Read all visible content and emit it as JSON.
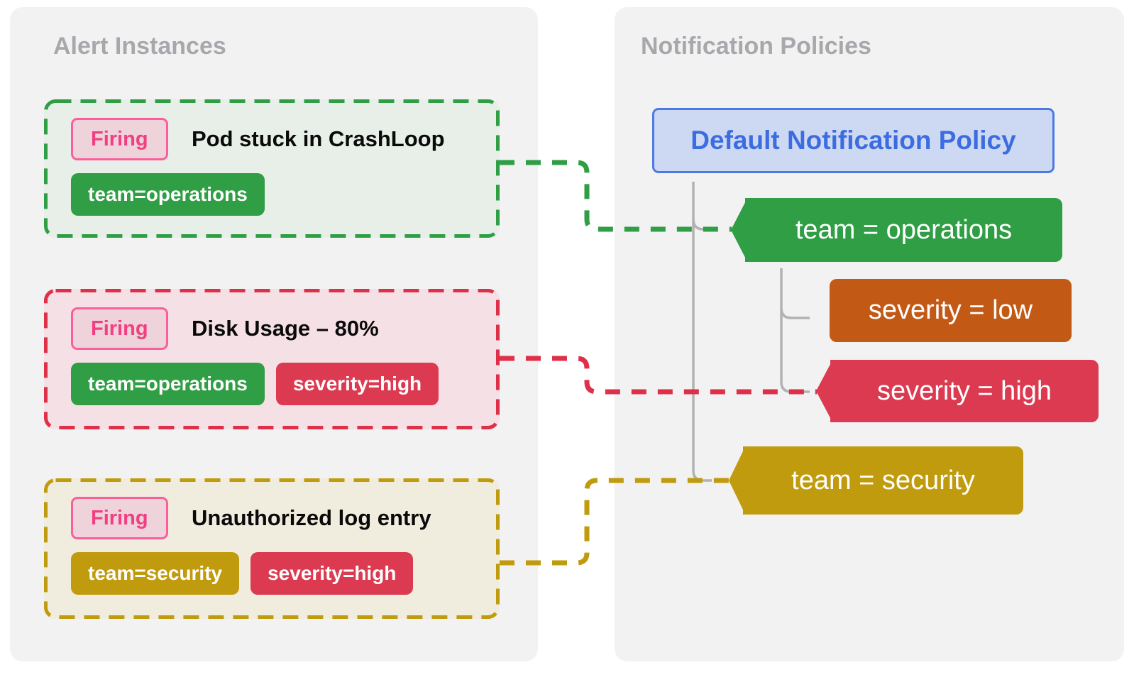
{
  "left_panel": {
    "heading": "Alert Instances",
    "alerts": [
      {
        "status_badge": "Firing",
        "title": "Pod stuck in CrashLoop",
        "labels": [
          {
            "text": "team=operations",
            "color": "#2f9e44"
          }
        ],
        "border_color": "#2f9e44",
        "background": "#e8efe9"
      },
      {
        "status_badge": "Firing",
        "title": "Disk Usage – 80%",
        "labels": [
          {
            "text": "team=operations",
            "color": "#2f9e44"
          },
          {
            "text": "severity=high",
            "color": "#dc3a50"
          }
        ],
        "border_color": "#df3049",
        "background": "#f5e1e5"
      },
      {
        "status_badge": "Firing",
        "title": "Unauthorized log entry",
        "labels": [
          {
            "text": "team=security",
            "color": "#c19b0e"
          },
          {
            "text": "severity=high",
            "color": "#dc3a50"
          }
        ],
        "border_color": "#c19b0e",
        "background": "#f0edde"
      }
    ]
  },
  "right_panel": {
    "heading": "Notification Policies",
    "default_policy": {
      "label": "Default Notification Policy",
      "border_color": "#4d79e2",
      "background": "#cdd9f3",
      "text_color": "#3c6de0"
    },
    "policies": [
      {
        "label": "team = operations",
        "color": "#2f9e44"
      },
      {
        "label": "severity = low",
        "color": "#c25a16"
      },
      {
        "label": "severity = high",
        "color": "#dc3a50"
      },
      {
        "label": "team = security",
        "color": "#c19b0e"
      }
    ]
  },
  "styles": {
    "panel_background": "#f2f2f3",
    "heading_color": "#a8a8ac",
    "status_badge": {
      "border": "#fb5e9c",
      "background": "#eed3db",
      "text": "#f23f82"
    },
    "tree_line_color": "#b2b2b5",
    "connector_colors": {
      "green": "#2f9e44",
      "red": "#df3049",
      "gold": "#c19b0e"
    }
  }
}
